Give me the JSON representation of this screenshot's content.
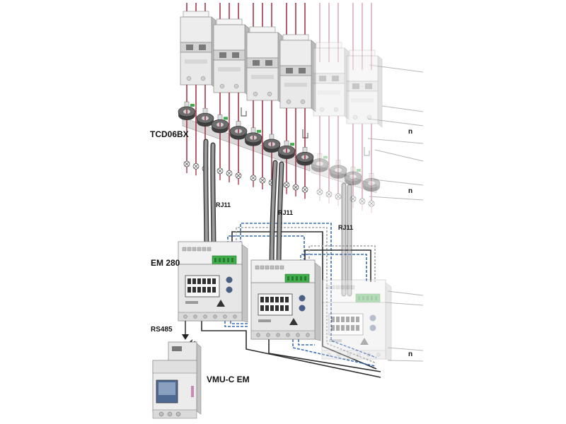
{
  "labels": {
    "sensor": "TCD06BX",
    "cable_1": "RJ11",
    "cable_2": "RJ11",
    "cable_3": "RJ11",
    "meter": "EM 280",
    "bus": "RS485",
    "gateway": "VMU-C EM",
    "neutral_1": "n",
    "neutral_2": "n",
    "neutral_3": "n"
  },
  "colors": {
    "phase_wire": "#9b1b30",
    "phase_wire_faded": "#d9a3ad",
    "sensor_body": "#5b5b5b",
    "terminal_green": "#3fae4a",
    "cable_gray": "#9c9c9c",
    "bus_wire_blue": "#3a6db8",
    "gateway_screen": "#4f6a92",
    "gateway_accent": "#c48ab8"
  }
}
